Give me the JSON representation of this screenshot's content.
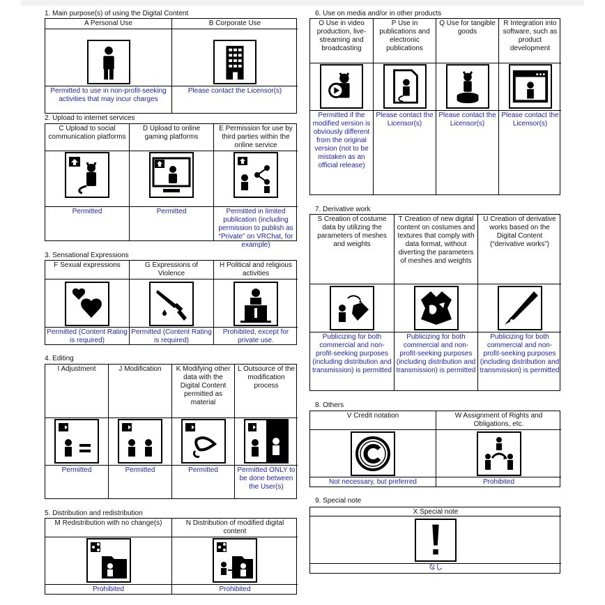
{
  "s1": {
    "title": "1. Main purpose(s) of using the Digital Content",
    "A": {
      "head": "A Personal Use",
      "ans": "Permitted to use in non-profit-seeking activities that may incur charges",
      "icon": "person-icon"
    },
    "B": {
      "head": "B Corporate Use",
      "ans": "Please contact the Licensor(s)",
      "icon": "building-icon"
    }
  },
  "s2": {
    "title": "2. Upload to internet services",
    "C": {
      "head": "C Upload to social communication platforms",
      "ans": "Permitted",
      "icon": "upload-social-icon"
    },
    "D": {
      "head": "D Upload to online gaming platforms",
      "ans": "Permitted",
      "icon": "upload-gaming-icon"
    },
    "E": {
      "head": "E Permission for use by third parties within the online service",
      "ans": "Permitted in limited publication (including permission to publish as “Private” on VRChat, for example)",
      "icon": "share-third-party-icon"
    }
  },
  "s3": {
    "title": "3. Sensational Expressions",
    "F": {
      "head": "F Sexual expressions",
      "ans": "Permitted (Content Rating is required)",
      "icon": "hearts-icon"
    },
    "G": {
      "head": "G Expressions of Violence",
      "ans": "Permitted (Content Rating is required)",
      "icon": "knife-icon"
    },
    "H": {
      "head": "H Political and religious activities",
      "ans": "Prohibited, except for private use.",
      "icon": "podium-icon"
    }
  },
  "s4": {
    "title": "4. Editing",
    "I": {
      "head": "I Adjustment",
      "ans": "Permitted",
      "icon": "adjustment-icon"
    },
    "J": {
      "head": "J Modification",
      "ans": "Permitted",
      "icon": "modification-icon"
    },
    "K": {
      "head": "K Modifying other data with the Digital Content permitted as material",
      "ans": "Permitted",
      "icon": "material-icon"
    },
    "L": {
      "head": "L Outsource of the modification process",
      "ans": "Permitted ONLY to be done between the User(s)",
      "icon": "outsource-icon"
    }
  },
  "s5": {
    "title": "5. Distribution and redistribution",
    "M": {
      "head": "M Redistribution with no change(s)",
      "ans": "Prohibited",
      "icon": "redistribution-icon"
    },
    "N": {
      "head": "N Distribution of modified digital content",
      "ans": "Prohibited",
      "icon": "distribution-modified-icon"
    }
  },
  "s6": {
    "title": "6. Use on media and/or in other products",
    "O": {
      "head": "O Use in video production, live-streaming and broadcasting",
      "ans": "Permitted if the modified version is obviously different from the original version (not to be mistaken as an official release)",
      "icon": "video-icon"
    },
    "P": {
      "head": "P Use in publications and electronic publications",
      "ans": "Please contact the Licensor(s)",
      "icon": "publication-icon"
    },
    "Q": {
      "head": "Q Use for tangible goods",
      "ans": "Please contact the Licensor(s)",
      "icon": "figure-icon"
    },
    "R": {
      "head": "R Integration into software, such as product development",
      "ans": "Please contact the Licensor(s)",
      "icon": "software-icon"
    }
  },
  "s7": {
    "title": "7. Derivative work",
    "S": {
      "head": "S Creation of costume data by utilizing the parameters of meshes and weights",
      "ans": "Publicizing for both commercial and non-profit-seeking purposes (including distribution and transmission) is permitted",
      "icon": "costume-icon"
    },
    "T": {
      "head": "T Creation of new digital content on costumes and textures that comply with data format, without diverting the parameters of meshes and weights",
      "ans": "Publicizing for both commercial and non-profit-seeking purposes (including distribution and transmission) is permitted",
      "icon": "texture-icon"
    },
    "U": {
      "head": "U Creation of derivative works based on the Digital Content (“derivative works”)",
      "ans": "Publicizing for both commercial and non-profit-seeking purposes (including distribution and transmission) is permitted",
      "icon": "pen-icon"
    }
  },
  "s8": {
    "title": "8. Others",
    "V": {
      "head": "V Credit notation",
      "ans": "Not necessary, but preferred",
      "icon": "copyright-icon"
    },
    "W": {
      "head": "W Assignment of Rights and Obligations, etc.",
      "ans": "Prohibited",
      "icon": "transfer-icon"
    }
  },
  "s9": {
    "title": "9. Special note",
    "X": {
      "head": "X Special note",
      "ans": "なし",
      "icon": "exclamation-icon"
    }
  }
}
